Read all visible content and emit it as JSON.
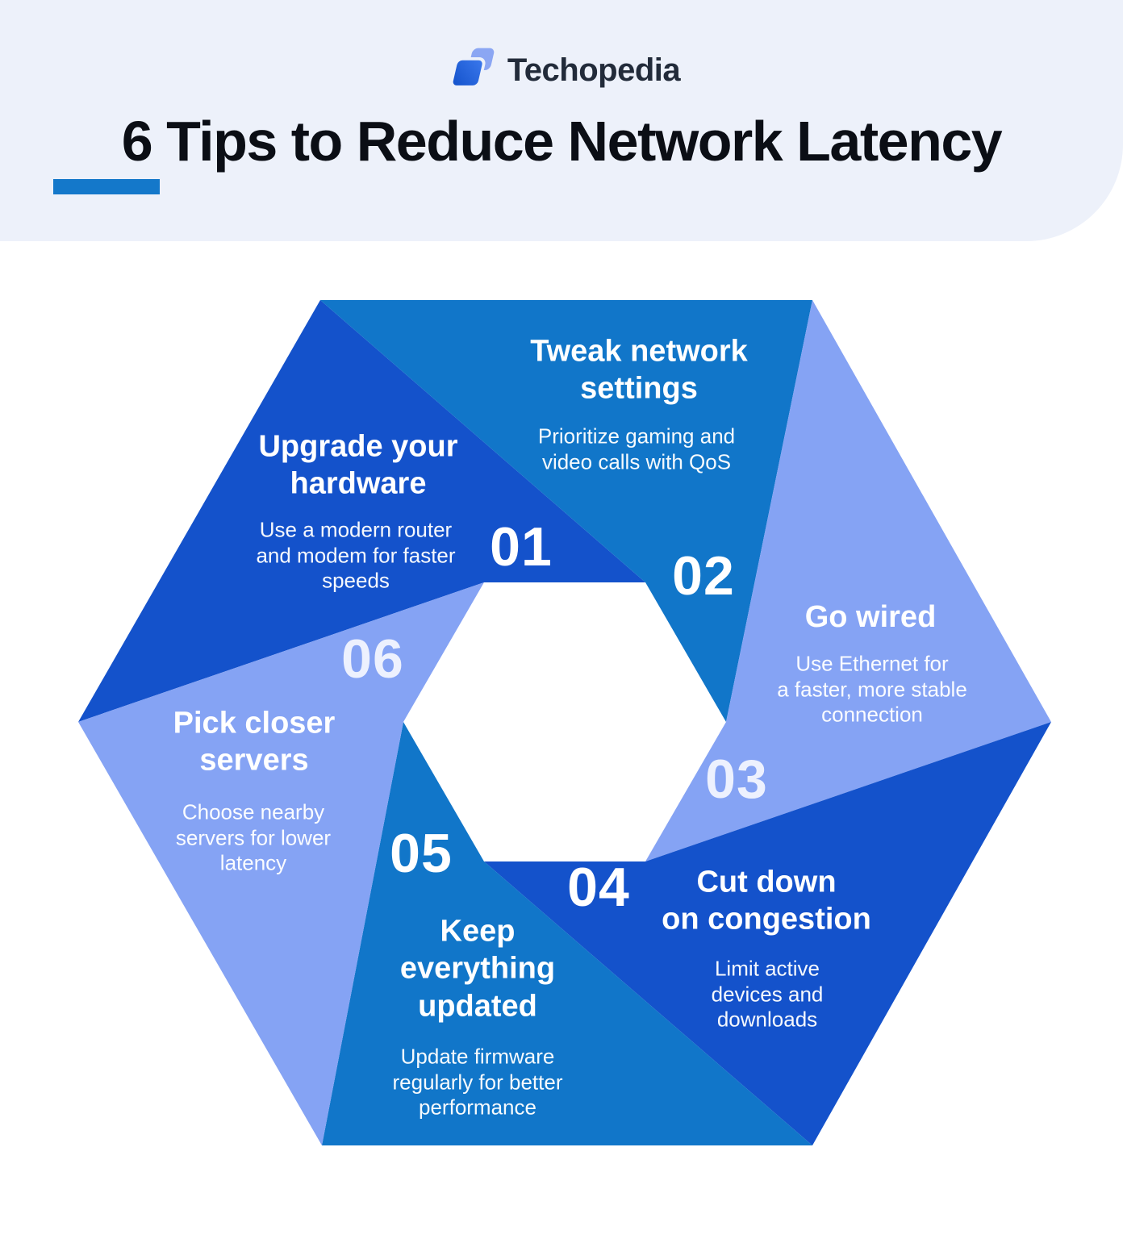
{
  "header": {
    "brand": "Techopedia",
    "title": "6 Tips to Reduce Network Latency"
  },
  "palette": {
    "band_bg": "#EDF1FA",
    "title_color": "#0B0E15",
    "accent_underline": "#1478CA",
    "blue_dark": "#1452CB",
    "blue_mid": "#1176C9",
    "blue_light": "#85A3F4",
    "text_on_blade": "#FFFFFF",
    "logo_text": "#222B3A",
    "logo_back_pane": "#8BA6F3",
    "logo_front_pane_from": "#1150C9",
    "logo_front_pane_to": "#3D7AEE"
  },
  "tips": [
    {
      "number": "01",
      "title": "Upgrade your\nhardware",
      "desc": "Use a modern router\nand modem for faster\nspeeds"
    },
    {
      "number": "02",
      "title": "Tweak network\nsettings",
      "desc": "Prioritize gaming and\nvideo calls with QoS"
    },
    {
      "number": "03",
      "title": "Go wired",
      "desc": "Use Ethernet for\na faster, more stable\nconnection"
    },
    {
      "number": "04",
      "title": "Cut down\non congestion",
      "desc": "Limit active\ndevices and\ndownloads"
    },
    {
      "number": "05",
      "title": "Keep\neverything\nupdated",
      "desc": "Update firmware\nregularly for better\nperformance"
    },
    {
      "number": "06",
      "title": "Pick closer\nservers",
      "desc": "Choose nearby\nservers for lower\nlatency"
    }
  ]
}
